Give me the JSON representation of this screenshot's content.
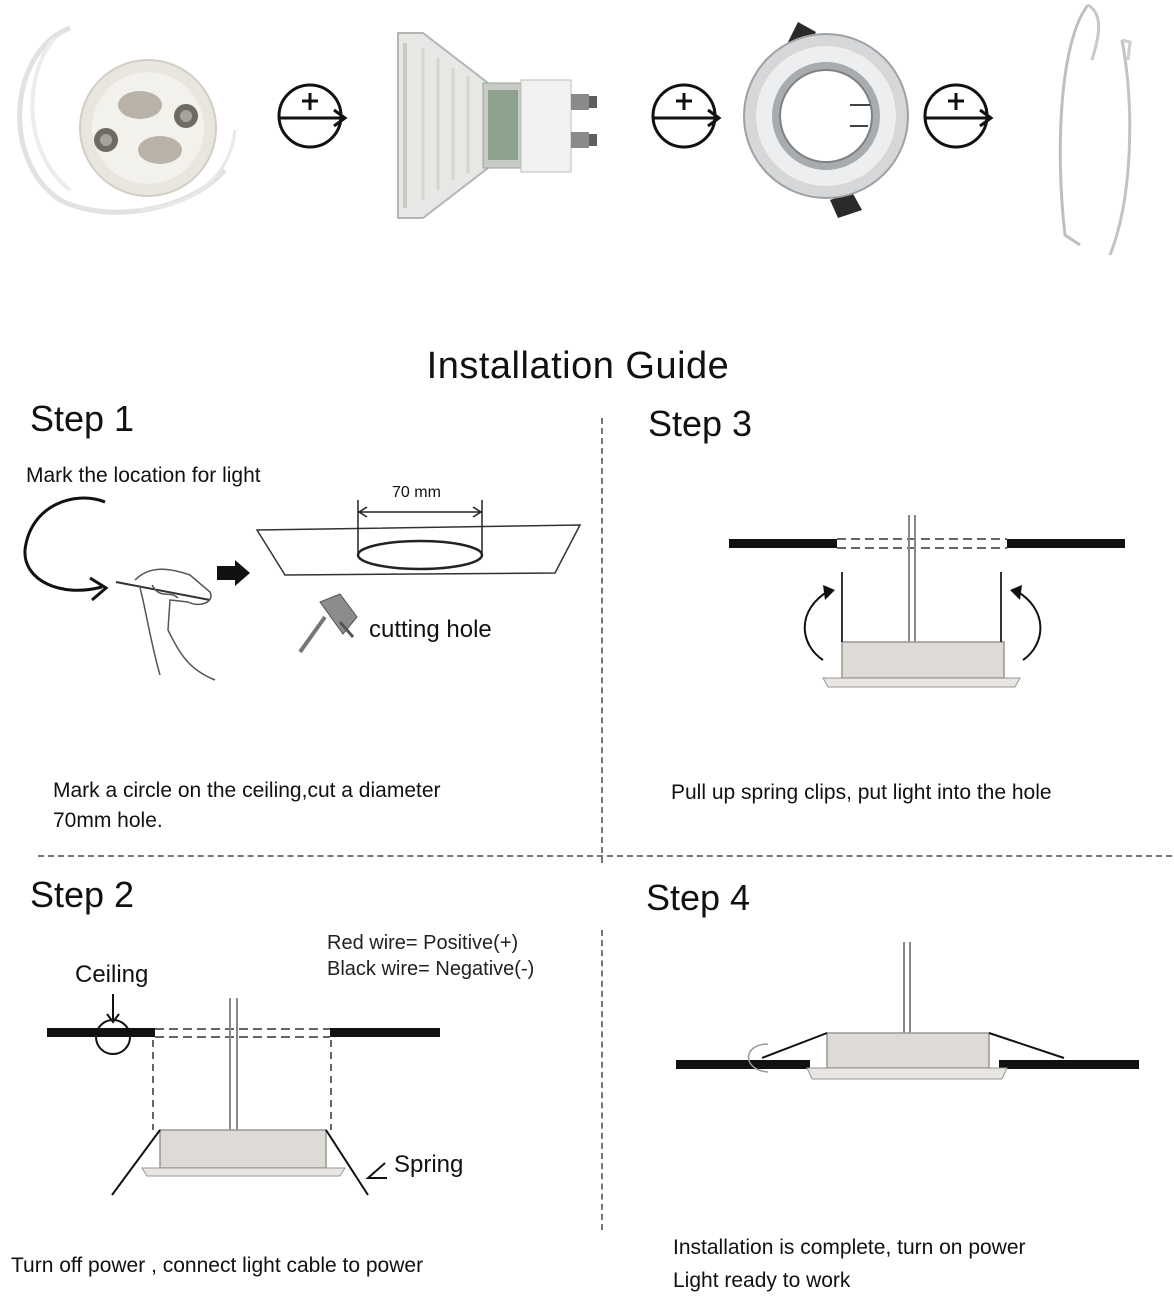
{
  "title": "Installation Guide",
  "components": [
    {
      "name": "gu10-socket-icon"
    },
    {
      "name": "gu10-bulb-icon"
    },
    {
      "name": "downlight-fitting-icon"
    },
    {
      "name": "spring-clip-icon"
    }
  ],
  "steps": {
    "step1": {
      "heading": "Step 1",
      "subheading": "Mark the location for light",
      "dimension_label": "70 mm",
      "tool_label": "cutting hole",
      "caption_line1": "Mark a circle on the ceiling,cut a diameter",
      "caption_line2": "70mm hole."
    },
    "step2": {
      "heading": "Step 2",
      "ceiling_label": "Ceiling",
      "wire_red": "Red wire= Positive(+)",
      "wire_black": "Black wire= Negative(-)",
      "spring_label": "Spring",
      "caption": "Turn off power , connect light cable to power"
    },
    "step3": {
      "heading": "Step 3",
      "caption": "Pull up spring clips, put light into the hole"
    },
    "step4": {
      "heading": "Step 4",
      "caption_line1": "Installation is complete, turn on power",
      "caption_line2": "Light ready to work"
    }
  }
}
